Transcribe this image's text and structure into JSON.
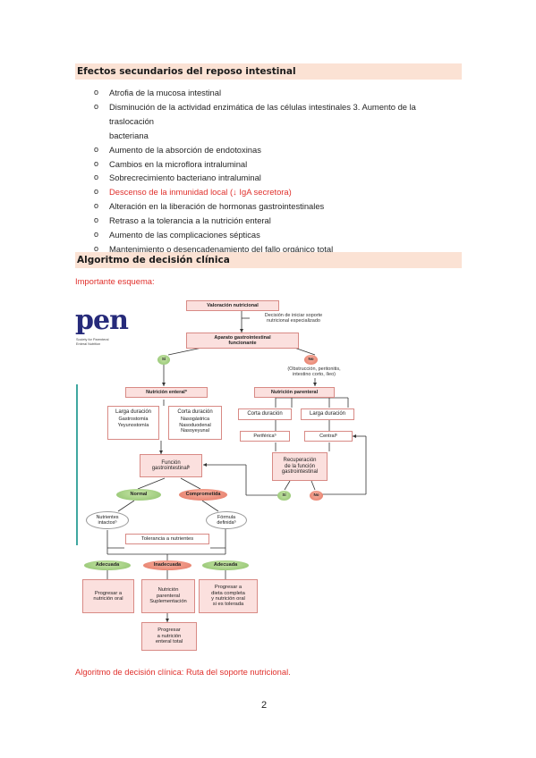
{
  "section1": {
    "heading": "Efectos secundarios del reposo intestinal",
    "items": [
      {
        "text": "Atrofia de la mucosa intestinal",
        "highlight": false
      },
      {
        "text": "Disminución de la actividad enzimática de las células intestinales 3. Aumento de la traslocación",
        "highlight": false
      },
      {
        "text": "bacteriana",
        "highlight": false,
        "continuation": true
      },
      {
        "text": "Aumento de la absorción de endotoxinas",
        "highlight": false
      },
      {
        "text": "Cambios en la microflora intraluminal",
        "highlight": false
      },
      {
        "text": "Sobrecrecimiento bacteriano intraluminal",
        "highlight": false
      },
      {
        "text": "Descenso de la inmunidad local (↓ IgA secretora)",
        "highlight": true
      },
      {
        "text": "Alteración en la liberación de hormonas gastrointestinales",
        "highlight": false
      },
      {
        "text": "Retraso a la tolerancia a la nutrición enteral",
        "highlight": false
      },
      {
        "text": "Aumento de las complicaciones sépticas",
        "highlight": false
      },
      {
        "text": "Mantenimiento o desencadenamiento del fallo orgánico total",
        "highlight": false
      }
    ]
  },
  "section2": {
    "heading": "Algoritmo de decisión clínica",
    "note_top": "Importante esquema:",
    "caption": "Algoritmo de decisión clínica: Ruta del soporte nutricional."
  },
  "diagram": {
    "logo": "pen",
    "logo_sub_1": "Society for Parenteral",
    "logo_sub_2": "Enteral Nutrition",
    "valoracion": "Valoración nutricional",
    "decision_1": "Decisión de iniciar soporte",
    "decision_2": "nutricional especializado",
    "aparato_1": "Aparato gastrointestinal",
    "aparato_2": "funcionante",
    "si": "Sí",
    "no": "No",
    "obstruccion_1": "(Obstrucción, peritonitis,",
    "obstruccion_2": "intestino corto, íleo)",
    "enteral": "Nutrición enteralª",
    "parenteral": "Nutrición parenteral",
    "larga_duracion": "Larga duración",
    "gastrostomia": "Gastrostomía",
    "yeyunostomia": "Yeyunostomía",
    "corta_duracion": "Corta duración",
    "nasogastrica": "Nasogástrica",
    "nasoduodenal": "Nasoduodenal",
    "nasoyeyunal": "Nasoyeyunal",
    "corta_duracion_p": "Corta duración",
    "larga_duracion_p": "Larga duración",
    "periferica": "Periféricaᵇ",
    "central": "Centralᵇ",
    "funcion_1": "Función",
    "funcion_2": "gastrointestinalᵇ",
    "recuperacion_1": "Recuperación",
    "recuperacion_2": "de la función",
    "recuperacion_3": "gastrointestinal",
    "normal": "Normal",
    "comprometida": "Comprometida",
    "nutrientes_1": "Nutrientes",
    "nutrientes_2": "intactosᵇ",
    "formula_1": "Fórmula",
    "formula_2": "definidaᵇ",
    "tolerancia": "Tolerancia a nutrientes",
    "adecuada": "Adecuada",
    "inadecuada": "Inadecuada",
    "progresar_oral_1": "Progresar a",
    "progresar_oral_2": "nutrición oral",
    "np_1": "Nutrición",
    "np_2": "parenteral",
    "np_3": "Suplementación",
    "dieta_1": "Progresar a",
    "dieta_2": "dieta completa",
    "dieta_3": "y nutrición oral",
    "dieta_4": "si es tolerada",
    "ent_total_1": "Progresar",
    "ent_total_2": "a nutrición",
    "ent_total_3": "enteral total"
  },
  "page": {
    "number": "2"
  }
}
